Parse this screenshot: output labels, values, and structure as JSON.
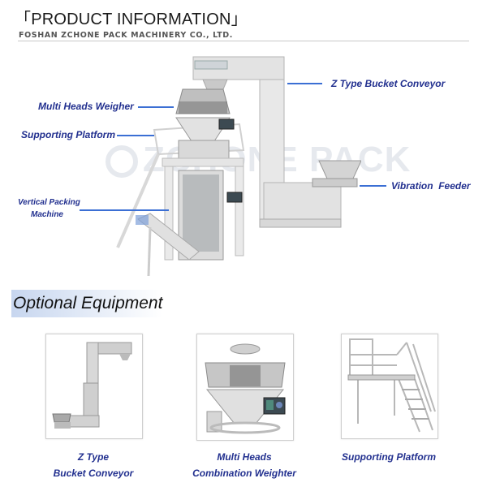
{
  "header": {
    "title": "[PRODUCT INFORMATION]",
    "title_display": "「PRODUCT INFORMATION」",
    "company": "FOSHAN ZCHONE PACK MACHINERY CO., LTD."
  },
  "main_diagram": {
    "watermark": "ZCHONE PACK",
    "labels": {
      "multi_heads_weigher": "Multi Heads Weigher",
      "supporting_platform": "Supporting Platform",
      "vertical_packing_line1": "Vertical Packing",
      "vertical_packing_line2": "Machine",
      "z_type_bucket_conveyor": "Z Type Bucket Conveyor",
      "vibration_feeder": "Vibration  Feeder"
    },
    "colors": {
      "label_text": "#22308f",
      "leader_line": "#3b6fd4"
    }
  },
  "optional": {
    "heading": "Optional Equipment",
    "items": [
      {
        "line1": "Z Type",
        "line2": "Bucket Conveyor",
        "icon": "bucket-conveyor-image"
      },
      {
        "line1": "Multi Heads",
        "line2": "Combination Weighter",
        "icon": "multihead-weigher-image"
      },
      {
        "line1": "Supporting Platform",
        "line2": "",
        "icon": "supporting-platform-image"
      }
    ]
  }
}
